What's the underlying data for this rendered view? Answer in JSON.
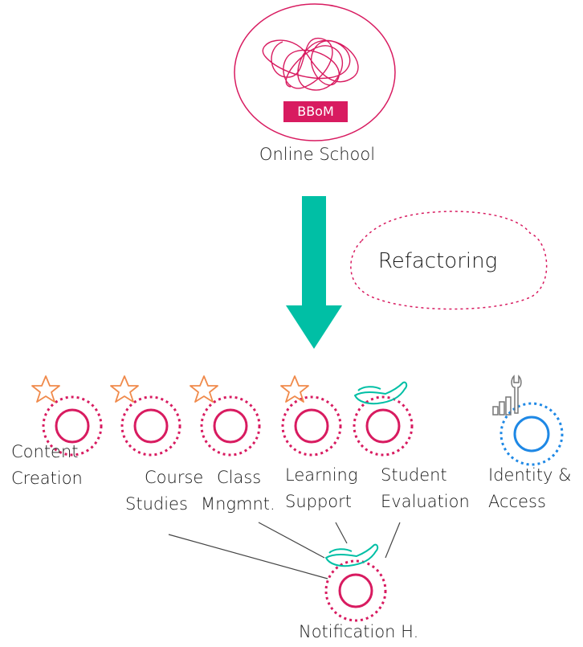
{
  "system": {
    "name": "Online School",
    "badge": "BBoM"
  },
  "transformation": {
    "label": "Refactoring"
  },
  "services": [
    {
      "id": "content",
      "line1": "Content",
      "line2": "Creation",
      "icon": "star-icon"
    },
    {
      "id": "course",
      "line1": "Course",
      "line2": "Studies",
      "icon": "star-icon"
    },
    {
      "id": "class",
      "line1": "Class",
      "line2": "Mngmnt.",
      "icon": "star-icon"
    },
    {
      "id": "learning",
      "line1": "Learning",
      "line2": "Support",
      "icon": "star-icon"
    },
    {
      "id": "evaluation",
      "line1": "Student",
      "line2": "Evaluation",
      "icon": "hand-icon"
    },
    {
      "id": "identity",
      "line1": "Identity &",
      "line2": "Access",
      "icon": "bars-wrench-icon"
    }
  ],
  "hub": {
    "label": "Notification H.",
    "icon": "hand-icon"
  },
  "colors": {
    "crimson": "#d81b60",
    "blue": "#1e88e5",
    "teal": "#00bfa5",
    "orange": "#f08a4b",
    "gray": "#777777"
  }
}
